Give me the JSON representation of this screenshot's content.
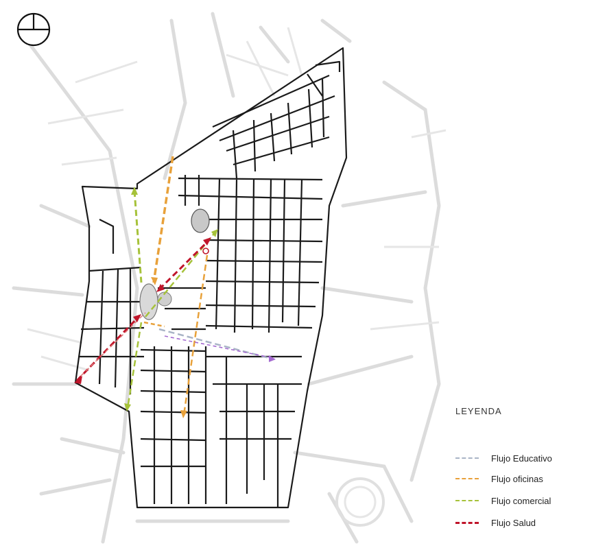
{
  "legend": {
    "title": "LEYENDA",
    "items": [
      {
        "label": "Flujo Educativo",
        "color": "#a9b4c6"
      },
      {
        "label": "Flujo oficinas",
        "color": "#e8a13a"
      },
      {
        "label": "Flujo comercial",
        "color": "#a6c23a"
      },
      {
        "label": "Flujo Salud",
        "color": "#c0152a"
      }
    ]
  },
  "compass": {
    "icon": "north-arrow-icon"
  },
  "colors": {
    "educativo": "#a9b4c6",
    "oficinas": "#e8a13a",
    "comercial": "#a6c23a",
    "salud": "#c0152a",
    "purple": "#a46ad0"
  }
}
